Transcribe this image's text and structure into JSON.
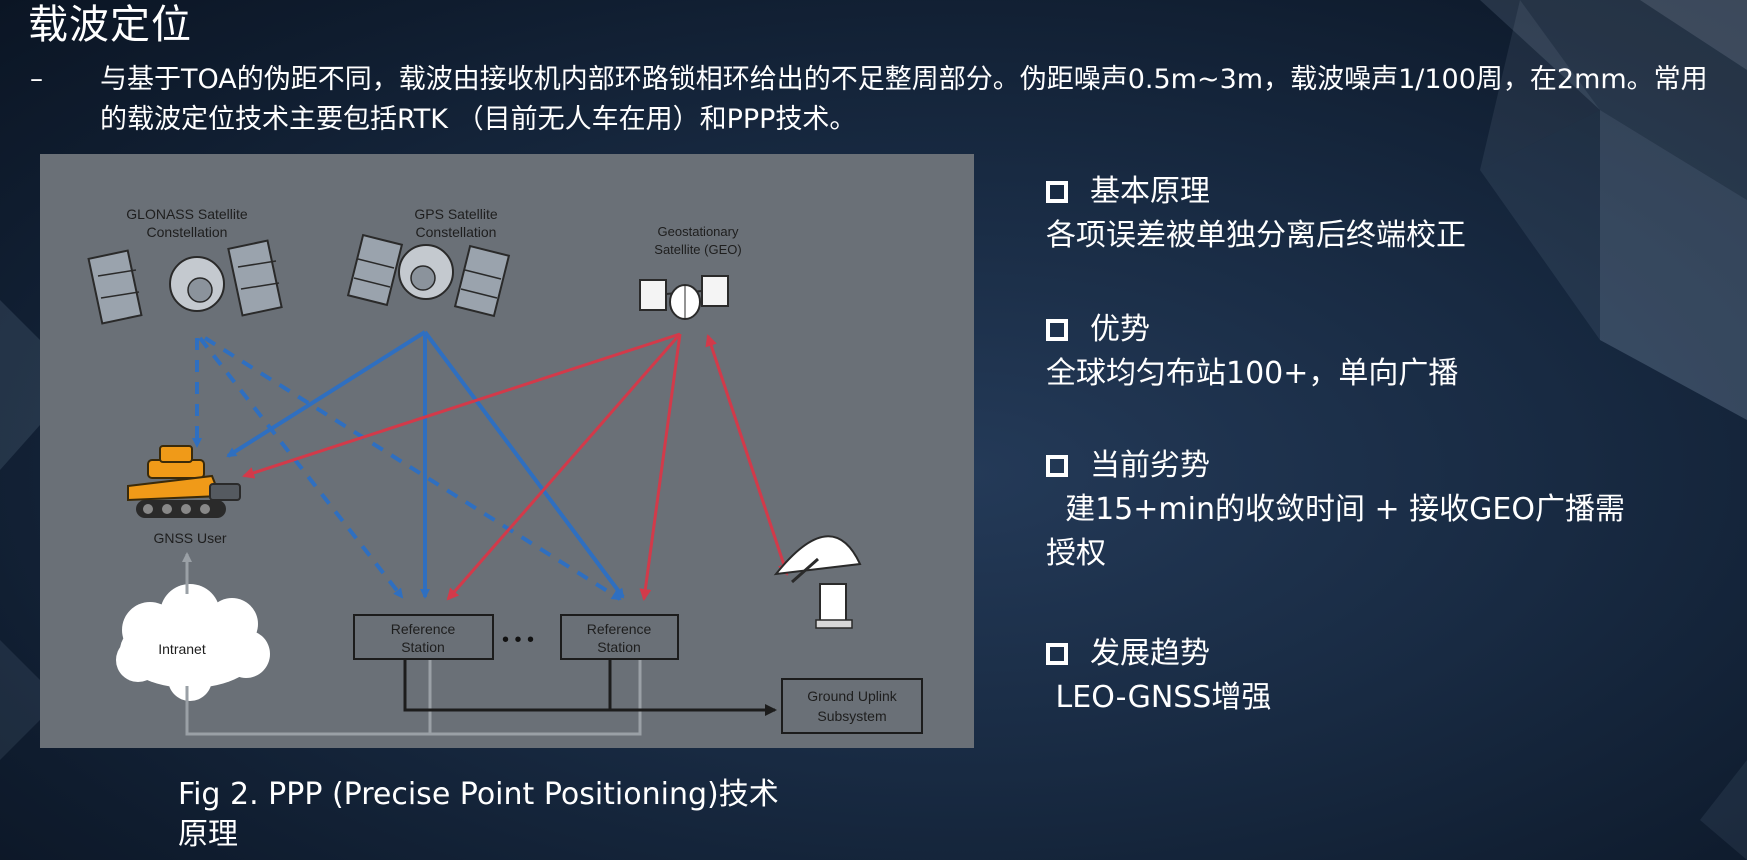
{
  "title": "载波定位",
  "intro": {
    "dash": "–",
    "text": "与基于TOA的伪距不同，载波由接收机内部环路锁相环给出的不足整周部分。伪距噪声0.5m~3m，载波噪声1/100周，在2mm。常用的载波定位技术主要包括RTK （目前无人车在用）和PPP技术。"
  },
  "diagram": {
    "glonass_label": [
      "GLONASS Satellite",
      "Constellation"
    ],
    "gps_label": [
      "GPS Satellite",
      "Constellation"
    ],
    "geo_label": [
      "Geostationary",
      "Satellite (GEO)"
    ],
    "user_label": "GNSS User",
    "intranet_label": "Intranet",
    "reference_station_1": [
      "Reference",
      "Station"
    ],
    "reference_station_2": [
      "Reference",
      "Station"
    ],
    "ellipsis": "• • •",
    "uplink_label": [
      "Ground Uplink",
      "Subsystem"
    ],
    "colors": {
      "panel": "#6a7077",
      "blue_link": "#2f6fc0",
      "red_link": "#d23a4a",
      "black_link": "#1c1c1c",
      "gray_link": "#9aa0a6",
      "vehicle": "#f09a18"
    }
  },
  "caption": [
    "Fig 2.  PPP (Precise Point Positioning)技术",
    "原理"
  ],
  "points": [
    {
      "heading": "基本原理",
      "body": [
        "各项误差被单独分离后终端校正"
      ]
    },
    {
      "heading": "优势",
      "body": [
        "全球均匀布站100+，单向广播"
      ]
    },
    {
      "heading": "当前劣势",
      "body": [
        "  建15+min的收敛时间 + 接收GEO广播需",
        "授权"
      ]
    },
    {
      "heading": "发展趋势",
      "body": [
        " LEO-GNSS增强"
      ]
    }
  ]
}
